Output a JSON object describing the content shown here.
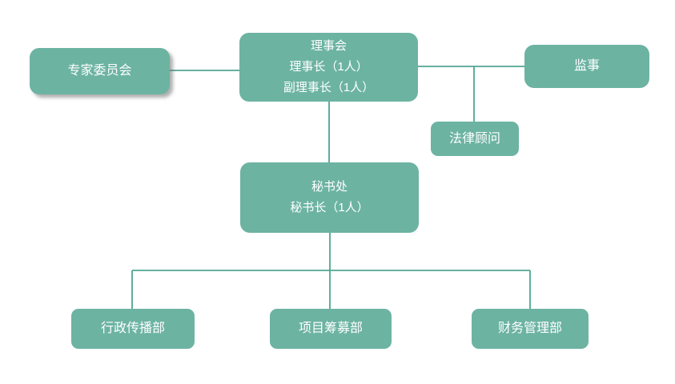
{
  "colors": {
    "node_fill": "#6CB3A2",
    "connector": "#4FA592",
    "node_text": "#FFFFFF",
    "canvas_bg": "#FFFFFF"
  },
  "nodes": {
    "expert_committee": {
      "label": "专家委员会"
    },
    "board": {
      "title": "理事会",
      "subtitle1": "理事长（1人）",
      "subtitle2": "副理事长（1人）"
    },
    "supervisor": {
      "label": "监事"
    },
    "legal_advisor": {
      "label": "法律顾问"
    },
    "secretariat": {
      "title": "秘书处",
      "subtitle1": "秘书长（1人）"
    },
    "admin_communication_dept": {
      "label": "行政传播部"
    },
    "project_fundraising_dept": {
      "label": "项目筹募部"
    },
    "finance_management_dept": {
      "label": "财务管理部"
    }
  },
  "edges": [
    {
      "from": "board",
      "to": "expert_committee"
    },
    {
      "from": "board",
      "to": "supervisor"
    },
    {
      "from": "board",
      "to": "legal_advisor"
    },
    {
      "from": "board",
      "to": "secretariat"
    },
    {
      "from": "secretariat",
      "to": "admin_communication_dept"
    },
    {
      "from": "secretariat",
      "to": "project_fundraising_dept"
    },
    {
      "from": "secretariat",
      "to": "finance_management_dept"
    }
  ]
}
